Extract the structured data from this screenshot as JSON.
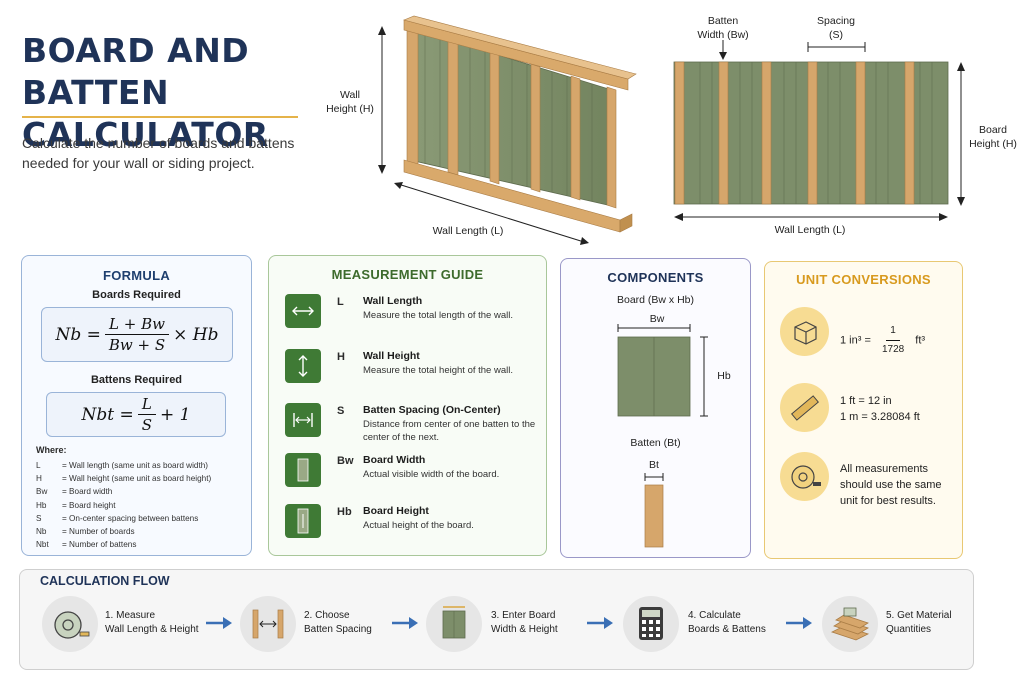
{
  "header": {
    "title_line1": "BOARD AND BATTEN",
    "title_line2": "CALCULATOR",
    "subtitle": "Calculate the number of boards and battens needed for your wall or siding project."
  },
  "illustration": {
    "wall_height_l1": "Wall",
    "wall_height_l2": "Height (H)",
    "wall_length_left": "Wall Length (L)",
    "batten_width_l1": "Batten",
    "batten_width_l2": "Width (Bw)",
    "spacing_l1": "Spacing",
    "spacing_l2": "(S)",
    "board_height_l1": "Board",
    "board_height_l2": "Height (H)",
    "wall_length_right": "Wall Length (L)"
  },
  "formula": {
    "heading": "FORMULA",
    "boards_heading": "Boards Required",
    "boards_lhs": "Nb =",
    "boards_num": "L + Bw",
    "boards_den": "Bw + S",
    "boards_tail": "× Hb",
    "battens_heading": "Battens Required",
    "battens_lhs": "Nbt =",
    "battens_num": "L",
    "battens_den": "S",
    "battens_tail": "+ 1",
    "where_label": "Where:",
    "where": [
      {
        "sym": "L",
        "desc": "= Wall length (same unit as board width)"
      },
      {
        "sym": "H",
        "desc": "= Wall height (same unit as board height)"
      },
      {
        "sym": "Bw",
        "desc": "= Board width"
      },
      {
        "sym": "Hb",
        "desc": "= Board height"
      },
      {
        "sym": "S",
        "desc": "= On-center spacing between battens"
      },
      {
        "sym": "Nb",
        "desc": "= Number of boards"
      },
      {
        "sym": "Nbt",
        "desc": "= Number of battens"
      }
    ]
  },
  "guide": {
    "heading": "MEASUREMENT GUIDE",
    "items": [
      {
        "sym": "L",
        "title": "Wall Length",
        "desc": "Measure the total length of the wall.",
        "icon": "horizontal-arrows-icon"
      },
      {
        "sym": "H",
        "title": "Wall Height",
        "desc": "Measure the total height of the wall.",
        "icon": "vertical-arrows-icon"
      },
      {
        "sym": "S",
        "title": "Batten Spacing (On-Center)",
        "desc": "Distance from center of one batten to the center of the next.",
        "icon": "spacing-icon"
      },
      {
        "sym": "Bw",
        "title": "Board Width",
        "desc": "Actual visible width of the board.",
        "icon": "board-width-icon"
      },
      {
        "sym": "Hb",
        "title": "Board Height",
        "desc": "Actual height of the board.",
        "icon": "board-height-icon"
      }
    ]
  },
  "components": {
    "heading": "COMPONENTS",
    "board_label": "Board (Bw x Hb)",
    "board_w": "Bw",
    "board_h": "Hb",
    "batten_label": "Batten (Bt)",
    "batten_w": "Bt"
  },
  "units": {
    "heading": "UNIT CONVERSIONS",
    "row1_lhs": "1 in³ =",
    "row1_num": "1",
    "row1_den": "1728",
    "row1_unit": "ft³",
    "row2_l1": "1 ft = 12 in",
    "row2_l2": "1 m = 3.28084 ft",
    "row3_l1": "All measurements",
    "row3_l2": "should use the same",
    "row3_l3": "unit for best results.",
    "icons": [
      "cube-icon",
      "ruler-icon",
      "tape-measure-icon"
    ]
  },
  "flow": {
    "heading": "CALCULATION FLOW",
    "steps": [
      {
        "l1": "1. Measure",
        "l2": "Wall Length & Height",
        "icon": "tape-measure-icon"
      },
      {
        "l1": "2. Choose",
        "l2": "Batten Spacing",
        "icon": "batten-spacing-icon"
      },
      {
        "l1": "3. Enter Board",
        "l2": "Width & Height",
        "icon": "board-icon"
      },
      {
        "l1": "4. Calculate",
        "l2": "Boards & Battens",
        "icon": "calculator-icon"
      },
      {
        "l1": "5. Get Material",
        "l2": "Quantities",
        "icon": "lumber-stack-icon"
      }
    ]
  },
  "colors": {
    "title": "#1f3358",
    "board_green": "#7d8e6a",
    "batten_wood": "#d2a266",
    "guide_green": "#3f7a35",
    "units_gold": "#d89a1e"
  }
}
